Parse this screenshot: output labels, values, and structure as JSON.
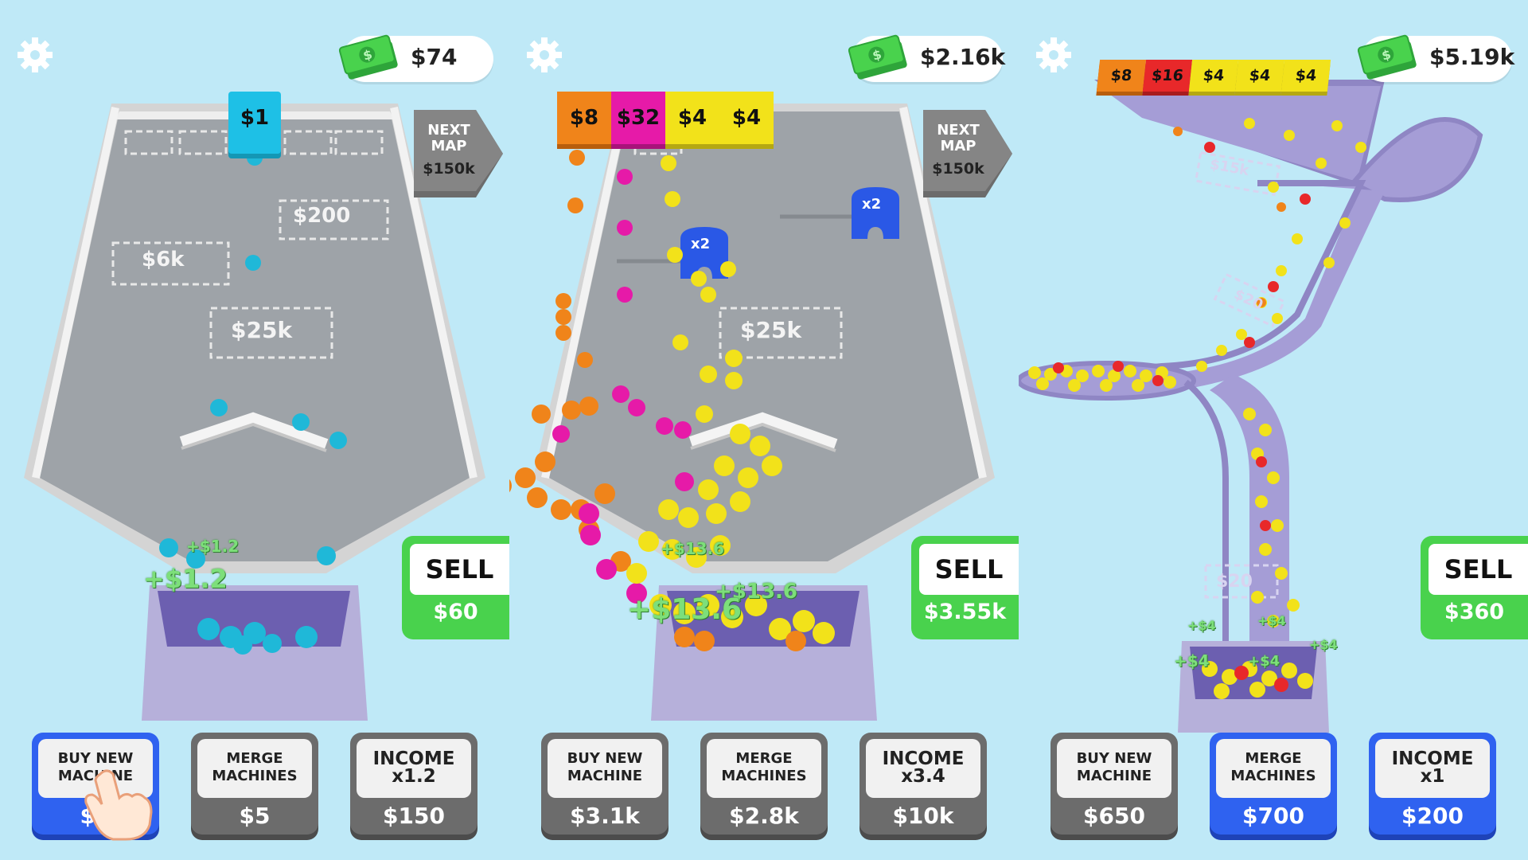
{
  "panels": [
    {
      "money": "$74",
      "next_map": {
        "line1": "NEXT",
        "line2": "MAP",
        "price": "$150k"
      },
      "machines": [
        "$1"
      ],
      "zones": [
        "$200",
        "$6k",
        "$25k"
      ],
      "floats": [
        "+$1.2",
        "+$1.2"
      ],
      "sell": {
        "label": "SELL",
        "price": "$60"
      },
      "buttons": [
        {
          "label": "BUY NEW\nMACHINE",
          "price": "$2",
          "active": true
        },
        {
          "label": "MERGE\nMACHINES",
          "price": "$5",
          "active": false
        },
        {
          "label": "INCOME\nx1.2",
          "price": "$150",
          "active": false
        }
      ],
      "ball_color": "#1fb8d8"
    },
    {
      "money": "$2.16k",
      "next_map": {
        "line1": "NEXT",
        "line2": "MAP",
        "price": "$150k"
      },
      "machines": [
        "$8",
        "$32",
        "$4",
        "$4"
      ],
      "machine_colors": [
        "#f0841a",
        "#e61aa8",
        "#f2e21a",
        "#f2e21a"
      ],
      "multipliers": [
        "x2",
        "x2"
      ],
      "zones": [
        "$25k"
      ],
      "floats": [
        "+$13.6",
        "+$13.6",
        "+$13.6"
      ],
      "sell": {
        "label": "SELL",
        "price": "$3.55k"
      },
      "buttons": [
        {
          "label": "BUY NEW\nMACHINE",
          "price": "$3.1k",
          "active": false
        },
        {
          "label": "MERGE\nMACHINES",
          "price": "$2.8k",
          "active": false
        },
        {
          "label": "INCOME\nx3.4",
          "price": "$10k",
          "active": false
        }
      ]
    },
    {
      "money": "$5.19k",
      "machines": [
        "$8",
        "$16",
        "$4",
        "$4",
        "$4"
      ],
      "machine_colors": [
        "#f0841a",
        "#e8282a",
        "#f2e21a",
        "#f2e21a",
        "#f2e21a"
      ],
      "zones": [
        "$15k",
        "$20",
        "$20"
      ],
      "floats": [
        "+$4",
        "+$4",
        "+$4",
        "+$4",
        "+$4"
      ],
      "sell": {
        "label": "SELL",
        "price": "$360"
      },
      "buttons": [
        {
          "label": "BUY NEW\nMACHINE",
          "price": "$650",
          "active": false
        },
        {
          "label": "MERGE\nMACHINES",
          "price": "$700",
          "active": true
        },
        {
          "label": "INCOME\nx1",
          "price": "$200",
          "active": true
        }
      ]
    }
  ],
  "icons": {
    "settings": "gear-icon",
    "cash": "cash-icon",
    "hand": "hand-pointer-icon"
  }
}
